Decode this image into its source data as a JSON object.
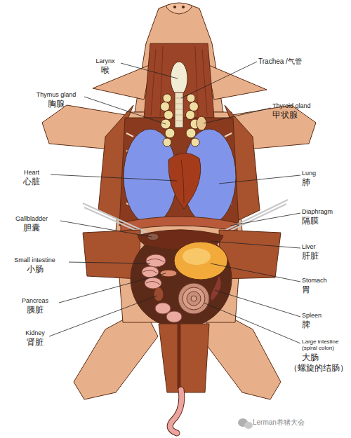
{
  "diagram": {
    "labels": [
      "Larynx",
      "喉",
      "Trachea /气管",
      "Thymus gland",
      "胸腺",
      "Thyroid gland",
      "甲状腺",
      "Heart",
      "心脏",
      "Lung",
      "肺",
      "Gallbladder",
      "胆囊",
      "Diaphragm",
      "隔膜",
      "Small intestine",
      "小肠",
      "Liver",
      "肝脏",
      "Stomach",
      "胃",
      "Pancreas",
      "胰脏",
      "Spleen",
      "脾",
      "Kidney",
      "肾脏",
      "Large intestine (spiral colon)",
      "大肠",
      "（螺旋的结肠）",
      "Lerman养猪大会"
    ]
  }
}
